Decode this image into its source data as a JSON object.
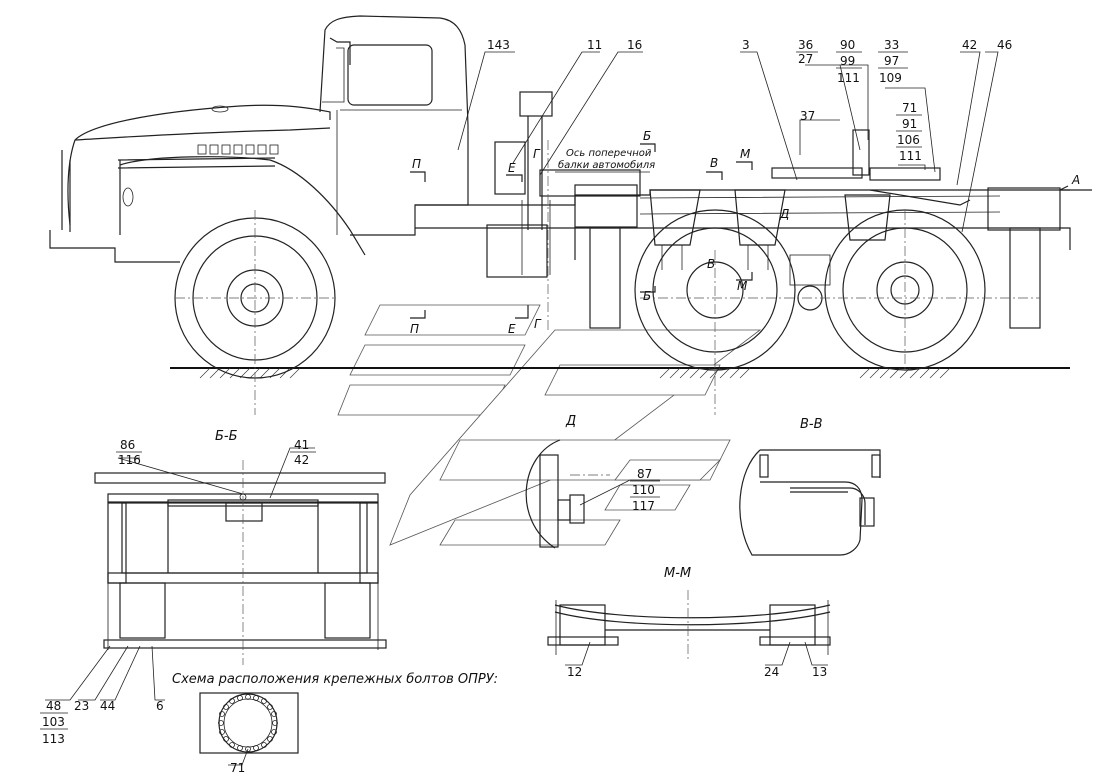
{
  "callouts": {
    "c143": "143",
    "c11": "11",
    "c16": "16",
    "c3": "3",
    "c36": "36",
    "c27": "27",
    "c90": "90",
    "c99": "99",
    "c111a": "111",
    "c33": "33",
    "c97": "97",
    "c109": "109",
    "c42": "42",
    "c46": "46",
    "c37": "37",
    "c71a": "71",
    "c91": "91",
    "c106": "106",
    "c111b": "111",
    "c86": "86",
    "c116": "116",
    "c41": "41",
    "c42b": "42",
    "c87": "87",
    "c110": "110",
    "c117": "117",
    "c12": "12",
    "c24": "24",
    "c13": "13",
    "c48": "48",
    "c103": "103",
    "c113": "113",
    "c23": "23",
    "c44": "44",
    "c6": "6",
    "c71b": "71"
  },
  "section_marks": {
    "P": "П",
    "E": "Е",
    "G": "Г",
    "B": "Б",
    "V": "В",
    "M": "М",
    "D": "Д",
    "A": "А"
  },
  "axis_note": {
    "line1": "Ось поперечной",
    "line2": "балки автомобиля"
  },
  "views": {
    "bb": "Б-Б",
    "vv": "В-В",
    "mm": "М-М",
    "d": "Д"
  },
  "scheme_caption": "Схема расположения крепежных болтов ОПРУ:"
}
